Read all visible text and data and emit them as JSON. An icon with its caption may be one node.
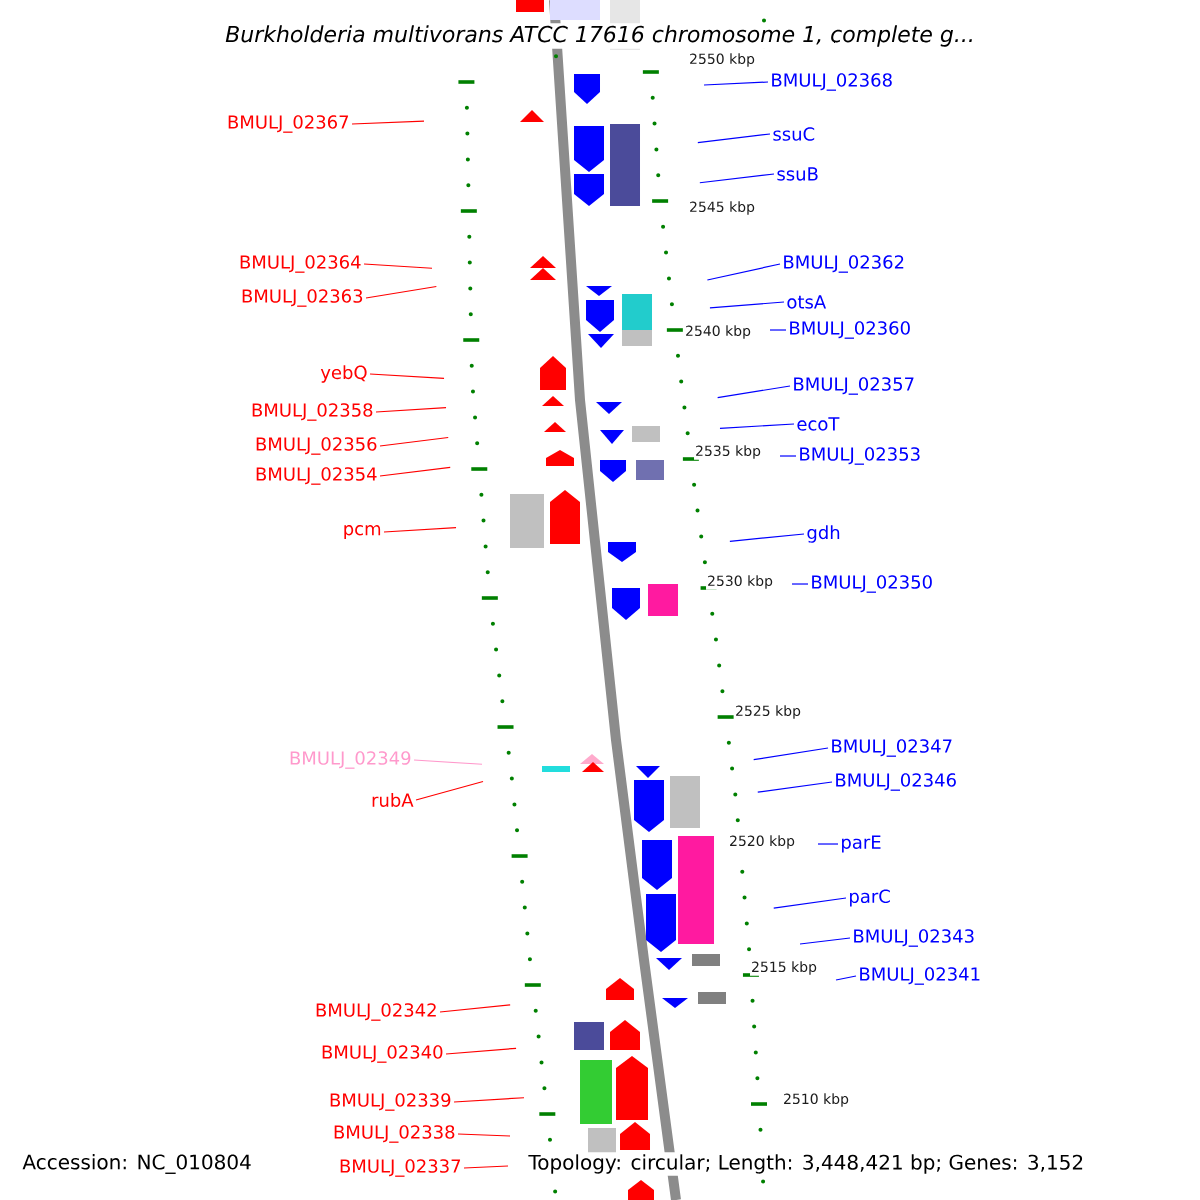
{
  "diagram": {
    "title": "Burkholderia multivorans ATCC 17616 chromosome 1, complete g...",
    "nodes": [
      {
        "text": [
          "BMULJ_02368"
        ]
      },
      {
        "text": [
          "BMULJ_02367"
        ]
      },
      {
        "text": [
          "ssuC"
        ]
      },
      {
        "text": [
          "ssuB"
        ]
      },
      {
        "text": [
          "BMULJ_02364"
        ]
      },
      {
        "text": [
          "BMULJ_02362"
        ]
      },
      {
        "text": [
          "BMULJ_02363"
        ]
      },
      {
        "text": [
          "otsA"
        ]
      },
      {
        "text": [
          "BMULJ_02360"
        ]
      },
      {
        "text": [
          "yebQ"
        ]
      },
      {
        "text": [
          "BMULJ_02357"
        ]
      },
      {
        "text": [
          "BMULJ_02358"
        ]
      },
      {
        "text": [
          "ecoT"
        ]
      },
      {
        "text": [
          "BMULJ_02356"
        ]
      },
      {
        "text": [
          "BMULJ_02353"
        ]
      },
      {
        "text": [
          "BMULJ_02354"
        ]
      },
      {
        "text": [
          "pcm"
        ]
      },
      {
        "text": [
          "gdh"
        ]
      },
      {
        "text": [
          "BMULJ_02350"
        ]
      },
      {
        "text": [
          "BMULJ_02347"
        ]
      },
      {
        "text": [
          "BMULJ_02349"
        ]
      },
      {
        "text": [
          "BMULJ_02346"
        ]
      },
      {
        "text": [
          "rubA"
        ]
      },
      {
        "text": [
          "parE"
        ]
      },
      {
        "text": [
          "parC"
        ]
      },
      {
        "text": [
          "BMULJ_02343"
        ]
      },
      {
        "text": [
          "BMULJ_02341"
        ]
      },
      {
        "text": [
          "BMULJ_02342"
        ]
      },
      {
        "text": [
          "BMULJ_02340"
        ]
      },
      {
        "text": [
          "BMULJ_02339"
        ]
      },
      {
        "text": [
          "BMULJ_02338"
        ]
      },
      {
        "text": [
          "BMULJ_02337"
        ]
      }
    ],
    "edges": [
      {
        "from": 0,
        "to": null,
        "arrow": "none"
      },
      {
        "from": 1,
        "to": null,
        "arrow": "none",
        "color": "#ff0000"
      },
      {
        "from": 2,
        "to": null,
        "arrow": "none"
      },
      {
        "from": 3,
        "to": null,
        "arrow": "none"
      },
      {
        "from": 4,
        "to": null,
        "arrow": "none",
        "color": "#ff0000"
      },
      {
        "from": 5,
        "to": null,
        "arrow": "none"
      },
      {
        "from": 6,
        "to": null,
        "arrow": "none",
        "color": "#ff0000"
      },
      {
        "from": 7,
        "to": null,
        "arrow": "none"
      },
      {
        "from": 8,
        "to": null,
        "arrow": "none"
      },
      {
        "from": 9,
        "to": null,
        "arrow": "none",
        "color": "#ff0000"
      },
      {
        "from": 10,
        "to": null,
        "arrow": "none"
      },
      {
        "from": 11,
        "to": null,
        "arrow": "none",
        "color": "#ff0000"
      },
      {
        "from": 12,
        "to": null,
        "arrow": "none"
      },
      {
        "from": 13,
        "to": null,
        "arrow": "none",
        "color": "#ff0000"
      },
      {
        "from": 14,
        "to": null,
        "arrow": "none"
      },
      {
        "from": 15,
        "to": null,
        "arrow": "none",
        "color": "#ff0000"
      },
      {
        "from": 16,
        "to": null,
        "arrow": "none",
        "color": "#ff0000"
      },
      {
        "from": 17,
        "to": null,
        "arrow": "none"
      },
      {
        "from": 18,
        "to": null,
        "arrow": "none"
      },
      {
        "from": 19,
        "to": null,
        "arrow": "none"
      },
      {
        "from": 20,
        "to": null,
        "arrow": "none",
        "color": "#ff99cc"
      },
      {
        "from": 21,
        "to": null,
        "arrow": "none"
      },
      {
        "from": 22,
        "to": null,
        "arrow": "none",
        "color": "#ff0000"
      },
      {
        "from": 23,
        "to": null,
        "arrow": "none"
      },
      {
        "from": 24,
        "to": null,
        "arrow": "none"
      },
      {
        "from": 25,
        "to": null,
        "arrow": "none"
      },
      {
        "from": 26,
        "to": null,
        "arrow": "none"
      },
      {
        "from": 27,
        "to": null,
        "arrow": "none",
        "color": "#ff0000"
      },
      {
        "from": 28,
        "to": null,
        "arrow": "none",
        "color": "#ff0000"
      },
      {
        "from": 29,
        "to": null,
        "arrow": "none",
        "color": "#ff0000"
      },
      {
        "from": 30,
        "to": null,
        "arrow": "none",
        "color": "#ff0000"
      },
      {
        "from": 31,
        "to": null,
        "arrow": "none",
        "color": "#ff0000"
      }
    ],
    "labels": [
      "2550 kbp",
      "2545 kbp",
      "2540 kbp",
      "2535 kbp",
      "2530 kbp",
      "2525 kbp",
      "2520 kbp",
      "2515 kbp",
      "2510 kbp",
      "Accession: NC_010804",
      "Topology: circular; Length: 3,448,421 bp; Genes: 3,152"
    ]
  }
}
